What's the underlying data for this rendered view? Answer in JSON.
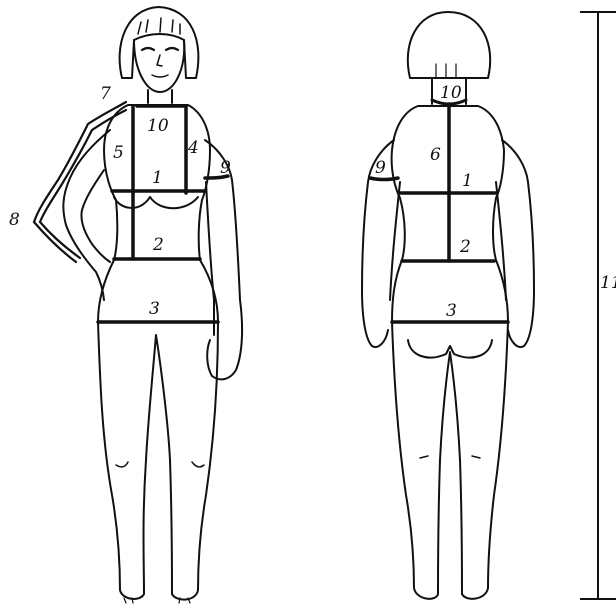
{
  "colors": {
    "ink": "#111111",
    "paper": "#ffffff"
  },
  "labels": {
    "front_1": "1",
    "front_2": "2",
    "front_3": "3",
    "front_4": "4",
    "front_5": "5",
    "front_7": "7",
    "front_8": "8",
    "front_9": "9",
    "front_10": "10",
    "back_1": "1",
    "back_2": "2",
    "back_3": "3",
    "back_6": "6",
    "back_9": "9",
    "back_10": "10",
    "height_11": "11"
  }
}
